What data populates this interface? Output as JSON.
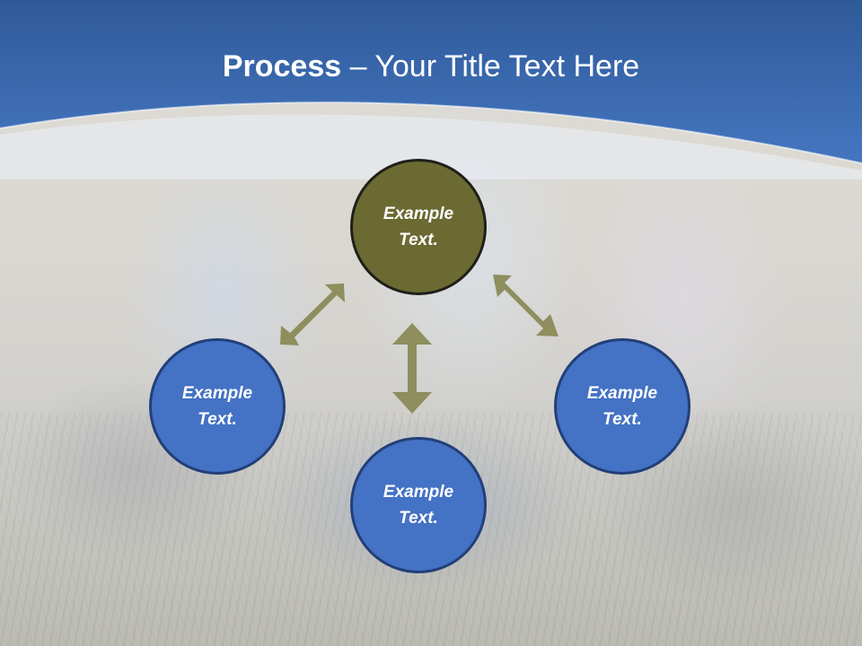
{
  "title": {
    "bold": "Process",
    "rest": " – Your Title Text Here"
  },
  "diagram": {
    "center": {
      "line1": "Example",
      "line2": "Text."
    },
    "left": {
      "line1": "Example",
      "line2": "Text."
    },
    "right": {
      "line1": "Example",
      "line2": "Text."
    },
    "bottom": {
      "line1": "Example",
      "line2": "Text."
    }
  },
  "colors": {
    "header_blue": "#3f6fb5",
    "circle_blue": "#4472c4",
    "circle_olive": "#6b6a32",
    "arrow_olive": "#8e8e5e"
  }
}
